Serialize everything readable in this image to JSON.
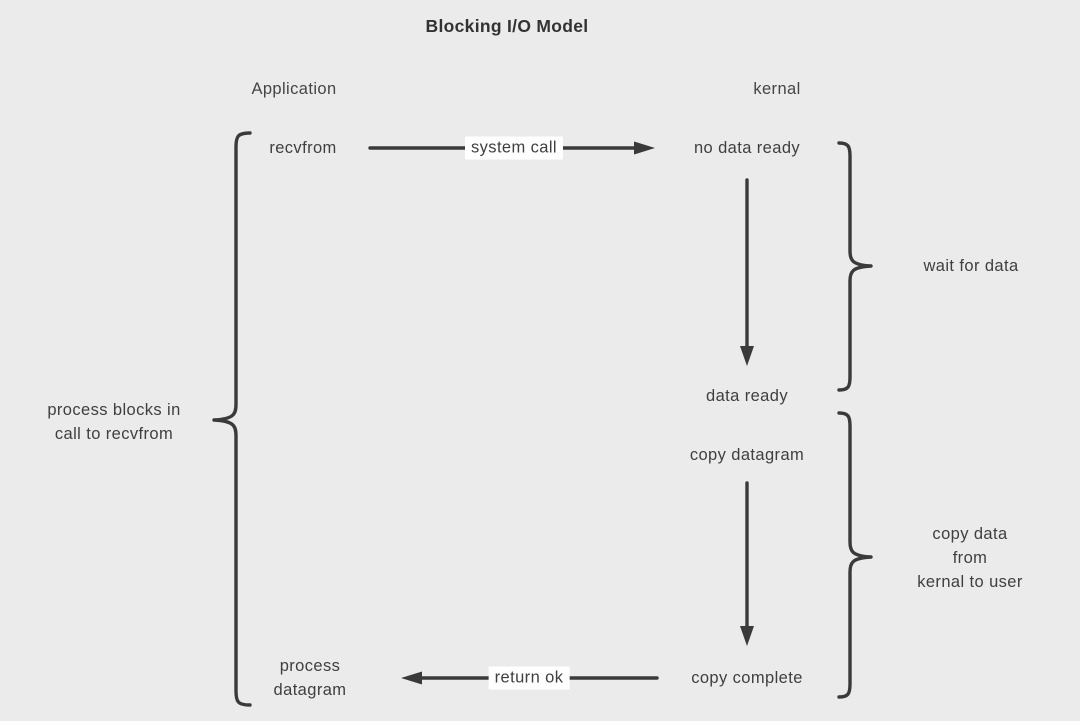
{
  "title": "Blocking I/O Model",
  "columns": {
    "application": "Application",
    "kernel": "kernal"
  },
  "nodes": {
    "recvfrom": "recvfrom",
    "no_data_ready": "no data ready",
    "data_ready": "data ready",
    "copy_datagram": "copy datagram",
    "copy_complete": "copy complete",
    "process_datagram": "process\ndatagram"
  },
  "edge_labels": {
    "system_call": "system call",
    "return_ok": "return ok"
  },
  "annotations": {
    "wait_for_data": "wait for data",
    "copy_data_from_kernel": "copy data from\nkernal to user",
    "process_blocks": "process blocks in\ncall to recvfrom"
  },
  "colors": {
    "background": "#ebebeb",
    "line": "#3a3a3a",
    "text": "#3f3f3f",
    "edge_label_background": "#ffffff"
  }
}
